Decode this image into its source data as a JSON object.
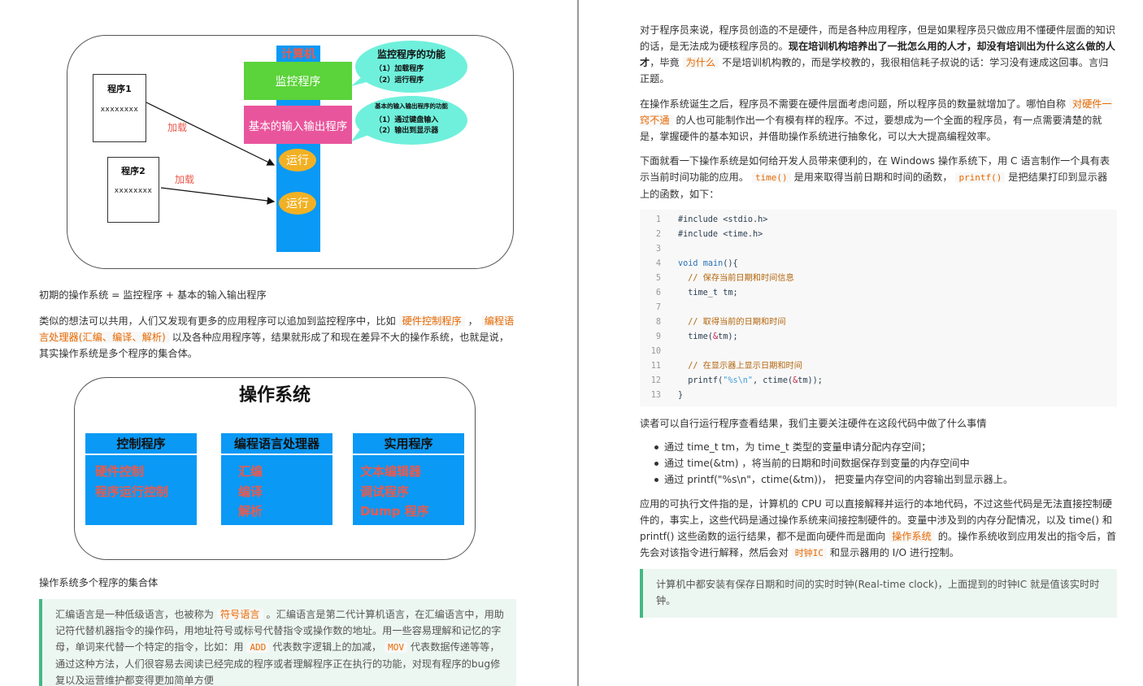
{
  "left_page": {
    "diagram1": {
      "program1": {
        "title": "程序1",
        "body": "xxxxxxxx"
      },
      "program2": {
        "title": "程序2",
        "body": "xxxxxxxx"
      },
      "load_label_1": "加载",
      "load_label_2": "加载",
      "computer_label": "计算机",
      "monitor_program": "监控程序",
      "io_program": "基本的输入输出程序",
      "run_1": "运行",
      "run_2": "运行",
      "bubble_monitor": {
        "title": "监控程序的功能",
        "items": [
          "（1）加载程序",
          "（2）运行程序"
        ]
      },
      "bubble_io": {
        "title": "基本的输入输出程序的功能",
        "items": [
          "（1）通过键盘输入",
          "（2）输出到显示器"
        ]
      },
      "colors": {
        "computer_bar": "#0a99f5",
        "monitor": "#5bd33a",
        "io": "#e9559c",
        "run": "#f2b124",
        "bubble": "#6ff0dc",
        "label_red": "#ea5a4d"
      }
    },
    "caption1": "初期的操作系统 = 监控程序 + 基本的输入输出程序",
    "para1": {
      "before": "类似的想法可以共用，人们又发现有更多的应用程序可以追加到监控程序中，比如",
      "hl1": "硬件控制程序",
      "mid": "，",
      "hl2": "编程语言处理器(汇编、编译、解析)",
      "after": "以及各种应用程序等，结果就形成了和现在差异不大的操作系统，也就是说，其实操作系统是多个程序的集合体。"
    },
    "diagram2": {
      "title": "操作系统",
      "columns": [
        {
          "header": "控制程序",
          "items": [
            "硬件控制",
            "程序运行控制"
          ]
        },
        {
          "header": "编程语言处理器",
          "items": [
            "汇编",
            "编译",
            "解析"
          ]
        },
        {
          "header": "实用程序",
          "items": [
            "文本编辑器",
            "调试程序",
            "Dump 程序"
          ]
        }
      ]
    },
    "caption2": "操作系统多个程序的集合体",
    "quote": {
      "before": "汇编语言是一种低级语言，也被称为",
      "hl1": "符号语言",
      "mid1": "。汇编语言是第二代计算机语言，在汇编语言中，用助记符代替机器指令的操作码，用地址符号或标号代替指令或操作数的地址。用一些容易理解和记忆的字母，单词来代替一个特定的指令，比如：用",
      "code1": "ADD",
      "mid2": "代表数字逻辑上的加减，",
      "code2": "MOV",
      "after": "代表数据传递等等，通过这种方法，人们很容易去阅读已经完成的程序或者理解程序正在执行的功能，对现有程序的bug修复以及运营维护都变得更加简单方便"
    }
  },
  "right_page": {
    "para1": {
      "before": "对于程序员来说，程序员创造的不是硬件，而是各种应用程序，但是如果程序员只做应用不懂硬件层面的知识的话，是无法成为硬核程序员的。",
      "bold": "现在培训机构培养出了一批怎么用的人才，却没有培训出为什么这么做的人才",
      "mid": "，毕竟",
      "hl": "为什么",
      "after": "不是培训机构教的，而是学校教的，我很相信耗子叔说的话：学习没有速成这回事。言归正题。"
    },
    "para2": {
      "before": "在操作系统诞生之后，程序员不需要在硬件层面考虑问题，所以程序员的数量就增加了。哪怕自称",
      "hl": "对硬件一窍不通",
      "after": "的人也可能制作出一个有模有样的程序。不过，要想成为一个全面的程序员，有一点需要清楚的就是，掌握硬件的基本知识，并借助操作系统进行抽象化，可以大大提高编程效率。"
    },
    "para3": {
      "before": "下面就看一下操作系统是如何给开发人员带来便利的，在 Windows 操作系统下，用 C 语言制作一个具有表示当前时间功能的应用。",
      "code1": "time()",
      "mid": "是用来取得当前日期和时间的函数，",
      "code2": "printf()",
      "after": "是把结果打印到显示器上的函数，如下："
    },
    "code": {
      "line_numbers": [
        "1",
        "2",
        "3",
        "4",
        "5",
        "6",
        "7",
        "8",
        "9",
        "10",
        "11",
        "12",
        "13"
      ],
      "l1": "#include <stdio.h>",
      "l2": "#include <time.h>",
      "l4_kw": "void",
      "l4_fn": "main",
      "l4_rest": "(){",
      "l5": "  // 保存当前日期和时间信息",
      "l6": "  time_t tm;",
      "l8": "  // 取得当前的日期和时间",
      "l9_a": "  time(",
      "l9_amp": "&",
      "l9_b": "tm);",
      "l11": "  // 在显示器上显示日期和时间",
      "l12_a": "  printf(",
      "l12_str": "\"%s\\n\"",
      "l12_b": ", ctime(",
      "l12_amp": "&",
      "l12_c": "tm));",
      "l13": "}"
    },
    "para4": "读者可以自行运行程序查看结果，我们主要关注硬件在这段代码中做了什么事情",
    "bullets": [
      "通过 time_t tm，为 time_t 类型的变量申请分配内存空间；",
      "通过 time(&tm) ，将当前的日期和时间数据保存到变量的内存空间中",
      "通过 printf(\"%s\\n\"，ctime(&tm))， 把变量内存空间的内容输出到显示器上。"
    ],
    "para5": {
      "before": "应用的可执行文件指的是，计算机的 CPU 可以直接解释并运行的本地代码，不过这些代码是无法直接控制硬件的，事实上，这些代码是通过操作系统来间接控制硬件的。变量中涉及到的内存分配情况，以及 time() 和 printf() 这些函数的运行结果，都不是面向硬件而是面向",
      "hl": "操作系统",
      "mid": "的。操作系统收到应用发出的指令后，首先会对该指令进行解释，然后会对",
      "code": "时钟IC",
      "after": "和显示器用的 I/O 进行控制。"
    },
    "quote": "计算机中都安装有保存日期和时间的实时时钟(Real-time clock)，上面提到的时钟IC 就是值该实时时钟。"
  }
}
